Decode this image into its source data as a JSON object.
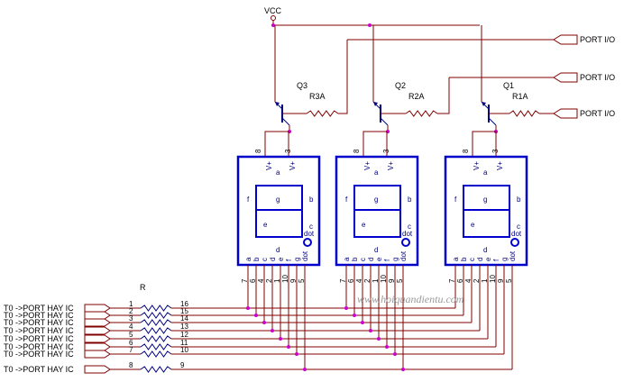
{
  "supply": {
    "label": "VCC"
  },
  "ports": [
    {
      "label": "PORT I/O"
    },
    {
      "label": "PORT I/O"
    },
    {
      "label": "PORT I/O"
    }
  ],
  "transistors": [
    {
      "name": "Q3",
      "resistor": "R3A"
    },
    {
      "name": "Q2",
      "resistor": "R2A"
    },
    {
      "name": "Q1",
      "resistor": "R1A"
    }
  ],
  "displays": {
    "top_pins": [
      "8",
      "3"
    ],
    "top_labels": [
      "V+",
      "V+"
    ],
    "segment_labels": [
      "a",
      "f",
      "g",
      "b",
      "e",
      "c",
      "dot",
      "d"
    ],
    "bottom_labels": [
      "a",
      "b",
      "c",
      "d",
      "e",
      "f",
      "g",
      "dot"
    ],
    "bottom_pins": [
      "7",
      "6",
      "4",
      "2",
      "1",
      "10",
      "9",
      "5"
    ]
  },
  "resistor_bank": {
    "label": "R",
    "left_pins": [
      "1",
      "2",
      "3",
      "4",
      "5",
      "6",
      "7",
      "8"
    ],
    "right_pins": [
      "16",
      "15",
      "14",
      "13",
      "12",
      "11",
      "10",
      "9"
    ]
  },
  "inputs": [
    "T0 ->PORT HAY IC",
    "T0 ->PORT HAY IC",
    "T0 ->PORT HAY IC",
    "T0 ->PORT HAY IC",
    "T0 ->PORT HAY IC",
    "T0 ->PORT HAY IC",
    "T0 ->PORT HAY IC",
    "T0 ->PORT HAY IC"
  ],
  "watermark": "www.hoiquandientu.com",
  "colors": {
    "wire": "#800000",
    "display": "#0000cc",
    "component": "#000080",
    "junction": "#cc00cc"
  }
}
